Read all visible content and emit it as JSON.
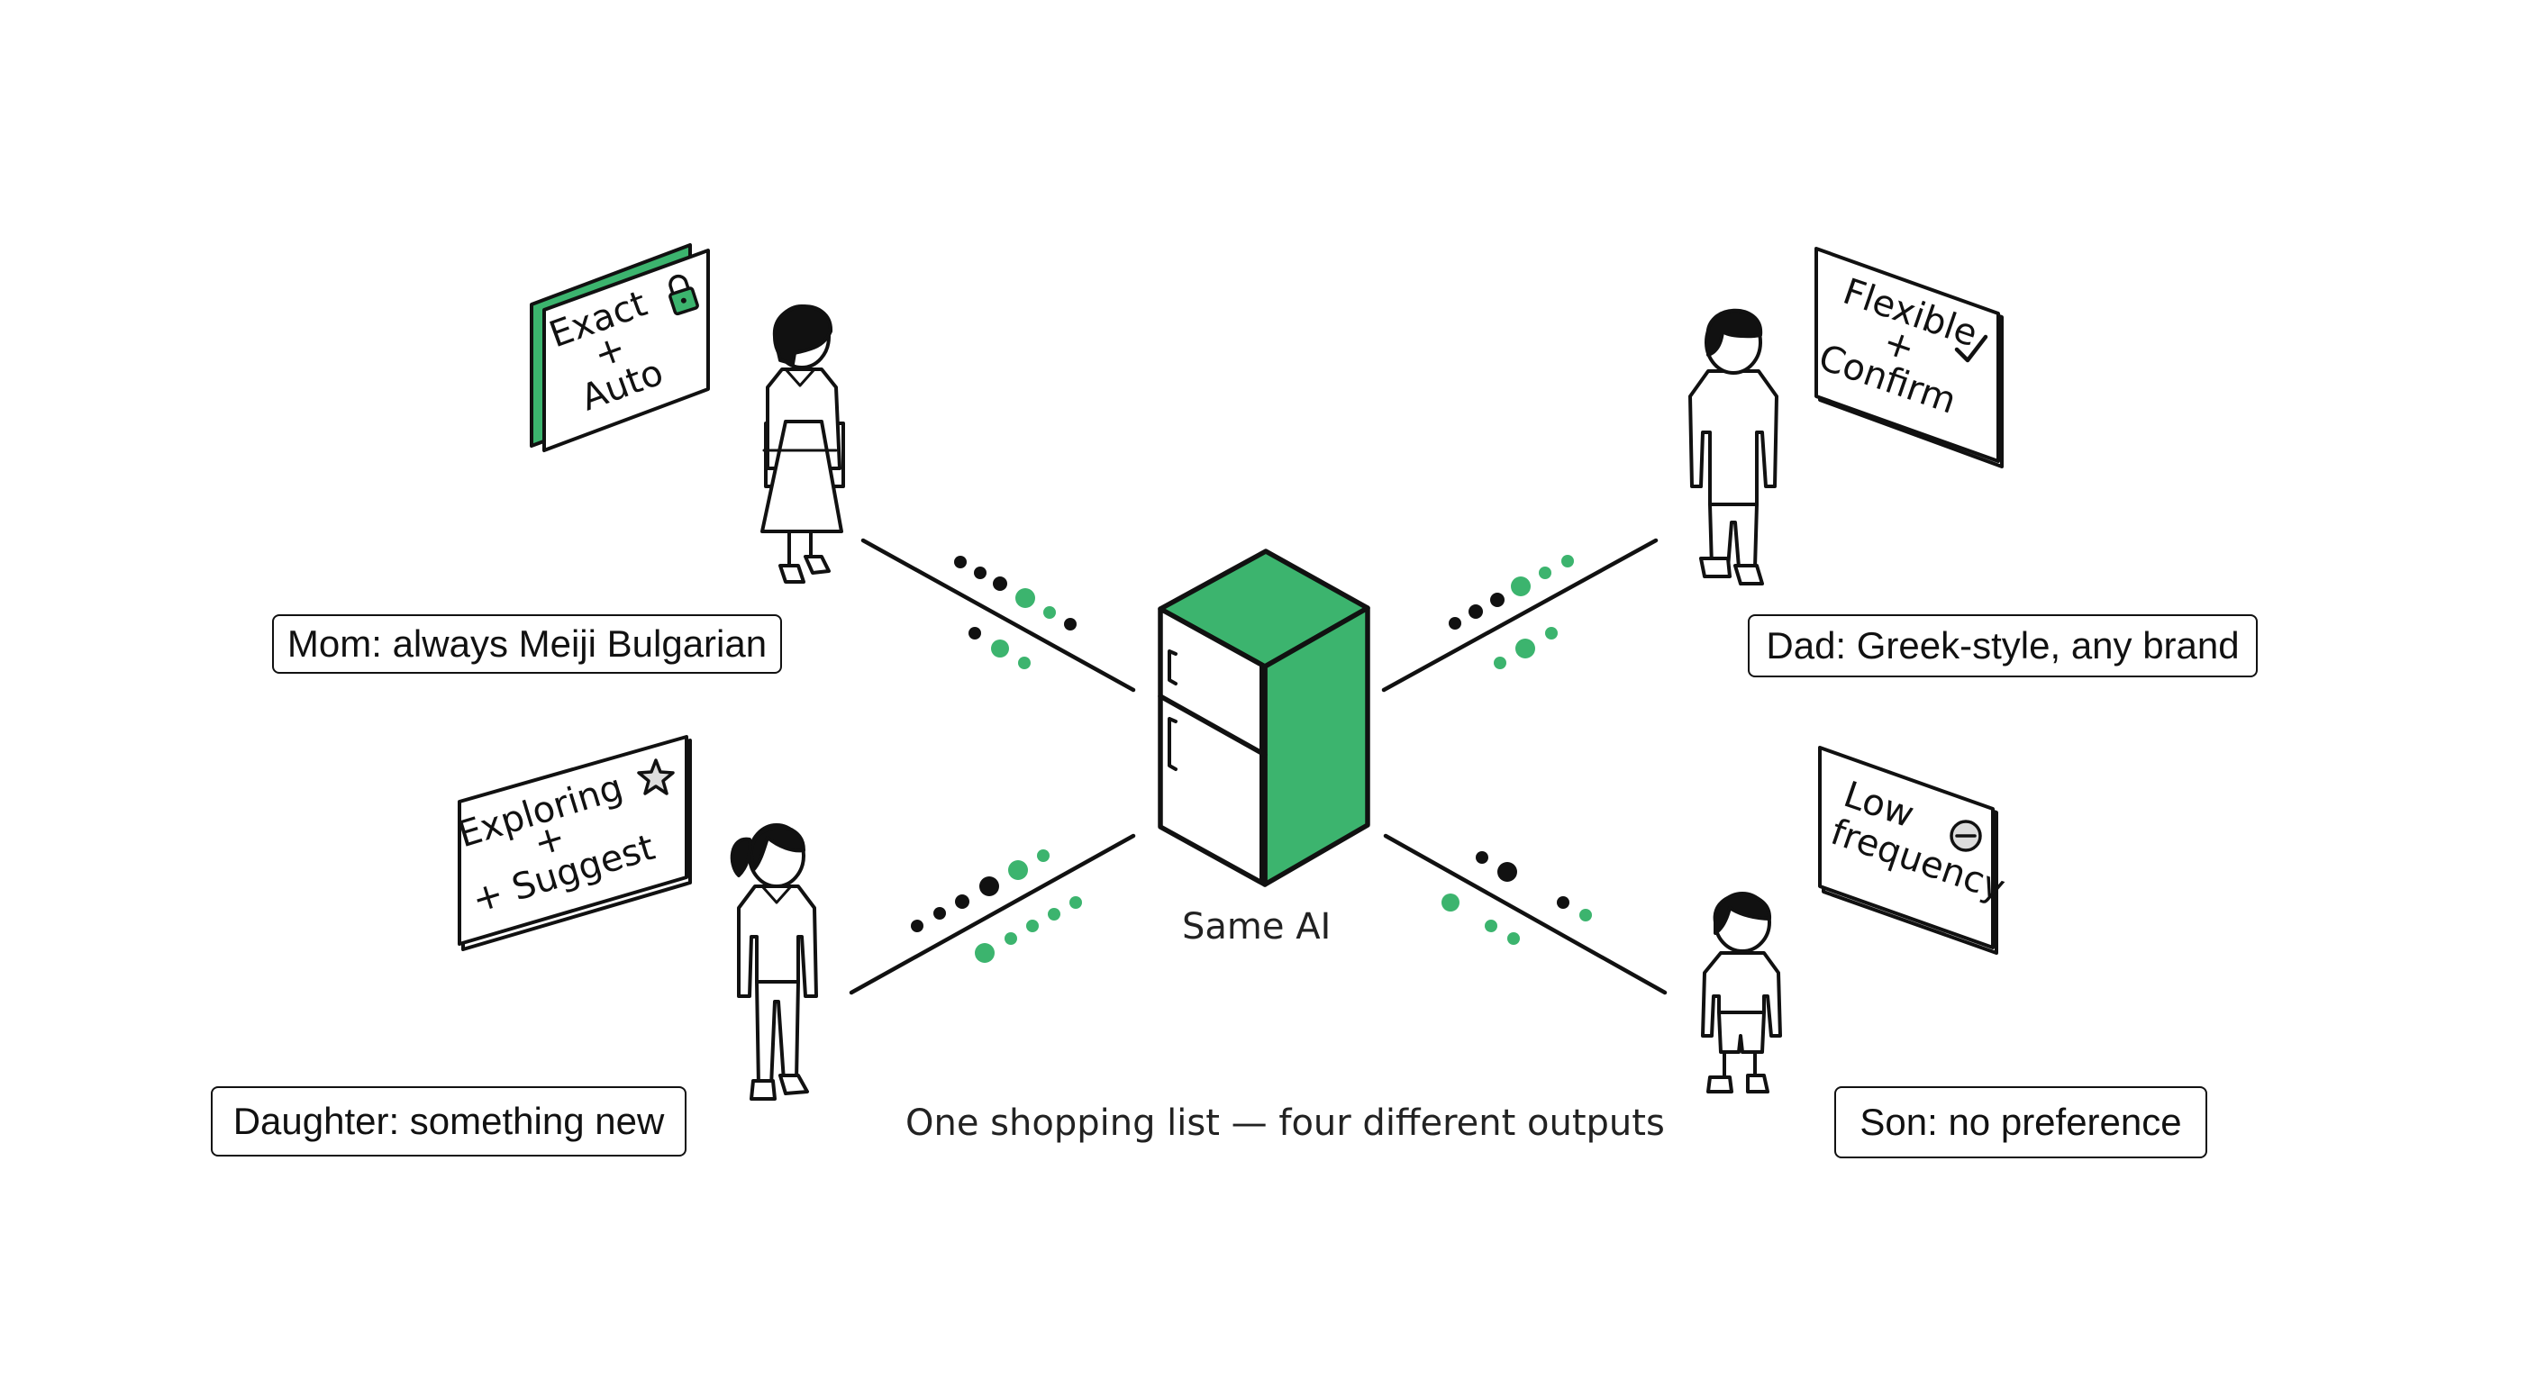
{
  "colors": {
    "accent": "#3cb46e",
    "ink": "#111111",
    "background": "#ffffff"
  },
  "center": {
    "label": "Same AI",
    "icon": "refrigerator-icon"
  },
  "footer": {
    "caption": "One shopping list — four different outputs"
  },
  "people": [
    {
      "id": "mom",
      "label": "Mom: always Meiji Bulgarian",
      "card": {
        "lines": [
          "Exact",
          "+",
          "Auto"
        ],
        "icon": "lock-icon",
        "highlighted": true
      }
    },
    {
      "id": "dad",
      "label": "Dad: Greek-style, any brand",
      "card": {
        "lines": [
          "Flexible",
          "+",
          "Confirm"
        ],
        "icon": "checkmark-icon",
        "highlighted": false
      }
    },
    {
      "id": "daughter",
      "label": "Daughter: something new",
      "card": {
        "lines": [
          "Exploring",
          "+",
          "+ Suggest"
        ],
        "icon": "star-icon",
        "highlighted": false
      }
    },
    {
      "id": "son",
      "label": "Son: no preference",
      "card": {
        "lines": [
          "Low",
          "frequency"
        ],
        "icon": "minus-circle-icon",
        "highlighted": false
      }
    }
  ]
}
